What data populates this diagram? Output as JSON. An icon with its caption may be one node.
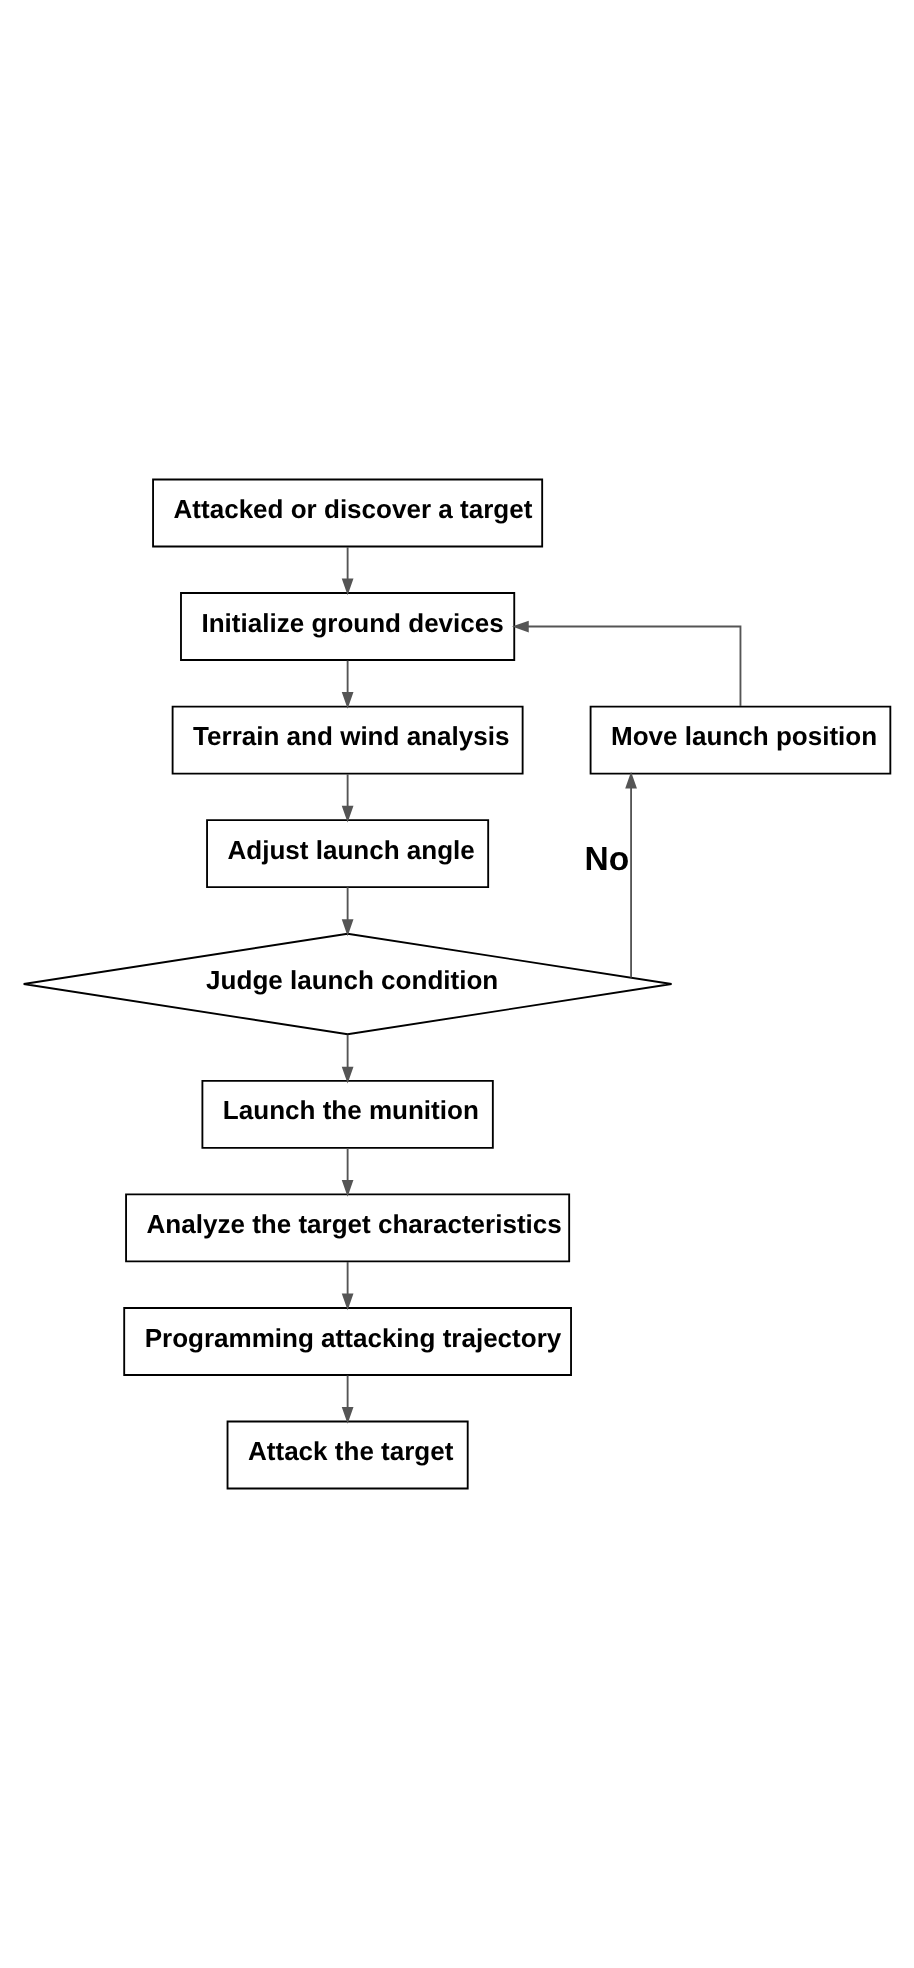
{
  "diagram": {
    "nodes": [
      {
        "text": [
          "Attacked or discover a target"
        ]
      },
      {
        "text": [
          "Initialize ground devices"
        ]
      },
      {
        "text": [
          "Terrain and wind analysis"
        ]
      },
      {
        "text": [
          "Adjust launch angle"
        ]
      },
      {
        "text": [
          "Judge launch condition"
        ]
      },
      {
        "text": [
          "Move launch position"
        ]
      },
      {
        "text": [
          "Launch the munition"
        ]
      },
      {
        "text": [
          "Analyze the target characteristics"
        ]
      },
      {
        "text": [
          "Programming attacking trajectory"
        ]
      },
      {
        "text": [
          "Attack the target"
        ]
      }
    ],
    "edges": [
      {
        "from": 0,
        "to": 1,
        "arrow": "to"
      },
      {
        "from": 5,
        "to": 1,
        "arrow": "to"
      },
      {
        "from": 1,
        "to": 2,
        "arrow": "to"
      },
      {
        "from": 2,
        "to": 3,
        "arrow": "to"
      },
      {
        "from": 3,
        "to": 4,
        "arrow": "to"
      },
      {
        "from": 4,
        "to": 5,
        "arrow": "to",
        "label": "No"
      },
      {
        "from": 4,
        "to": 6,
        "arrow": "to"
      },
      {
        "from": 6,
        "to": 7,
        "arrow": "to"
      },
      {
        "from": 7,
        "to": 8,
        "arrow": "to"
      },
      {
        "from": 8,
        "to": 9,
        "arrow": "to"
      }
    ]
  }
}
